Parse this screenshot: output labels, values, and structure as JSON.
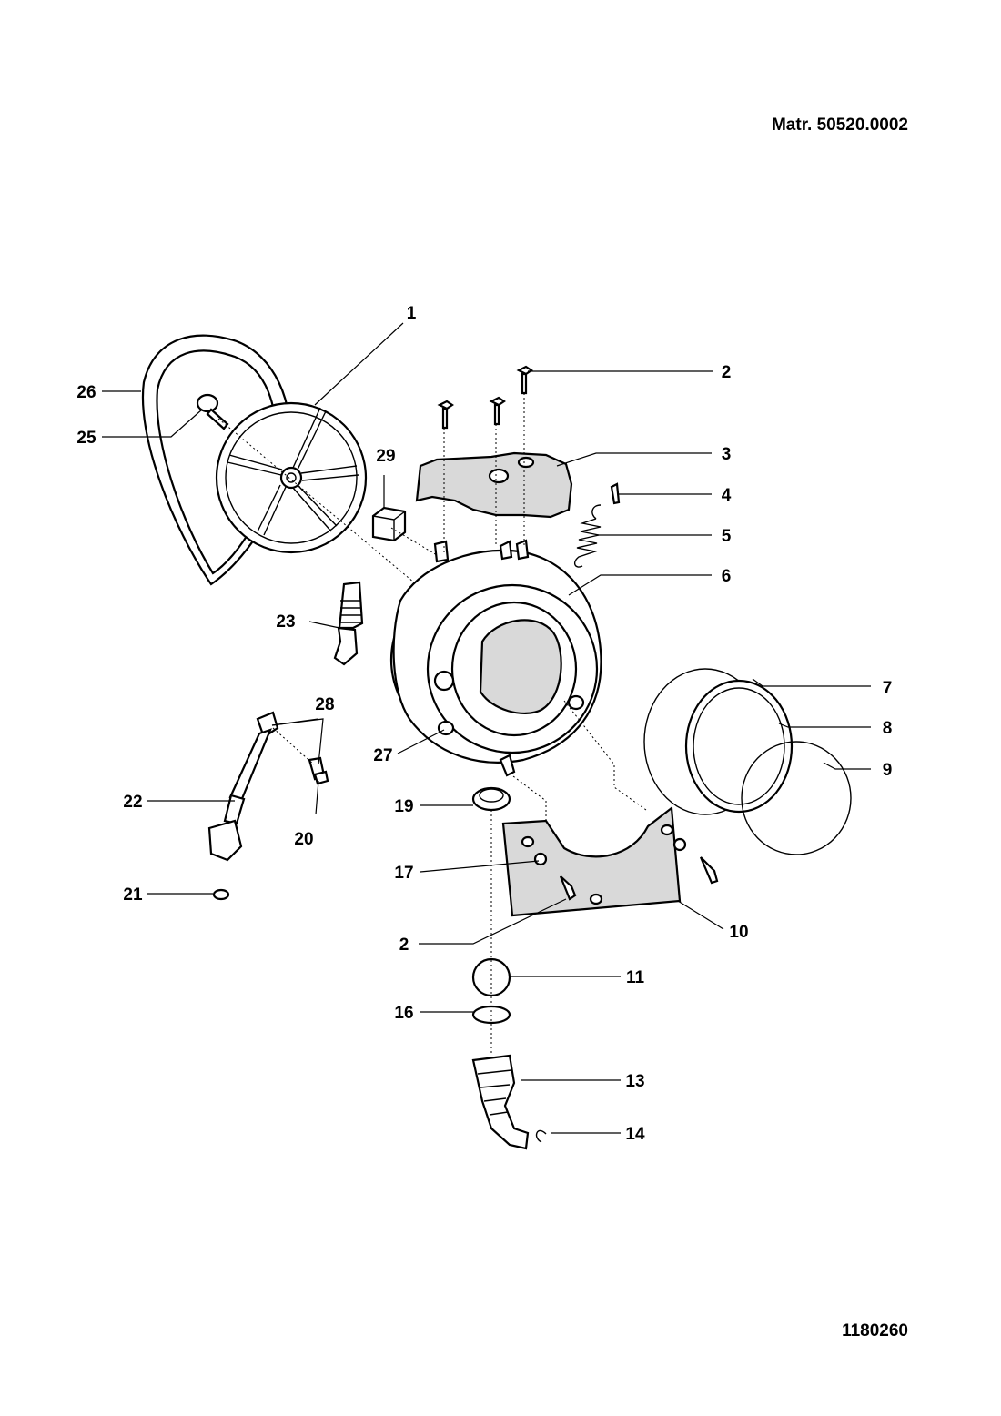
{
  "header": {
    "material_code": "Matr. 50520.0002"
  },
  "footer": {
    "drawing_number": "1180260"
  },
  "callouts": [
    {
      "id": "c1",
      "text": "1"
    },
    {
      "id": "c2a",
      "text": "2"
    },
    {
      "id": "c3",
      "text": "3"
    },
    {
      "id": "c4",
      "text": "4"
    },
    {
      "id": "c5",
      "text": "5"
    },
    {
      "id": "c6",
      "text": "6"
    },
    {
      "id": "c7",
      "text": "7"
    },
    {
      "id": "c8",
      "text": "8"
    },
    {
      "id": "c9",
      "text": "9"
    },
    {
      "id": "c10",
      "text": "10"
    },
    {
      "id": "c11",
      "text": "11"
    },
    {
      "id": "c13",
      "text": "13"
    },
    {
      "id": "c14",
      "text": "14"
    },
    {
      "id": "c16",
      "text": "16"
    },
    {
      "id": "c2b",
      "text": "2"
    },
    {
      "id": "c17",
      "text": "17"
    },
    {
      "id": "c19",
      "text": "19"
    },
    {
      "id": "c20",
      "text": "20"
    },
    {
      "id": "c21",
      "text": "21"
    },
    {
      "id": "c22",
      "text": "22"
    },
    {
      "id": "c23",
      "text": "23"
    },
    {
      "id": "c25",
      "text": "25"
    },
    {
      "id": "c26",
      "text": "26"
    },
    {
      "id": "c27",
      "text": "27"
    },
    {
      "id": "c28",
      "text": "28"
    },
    {
      "id": "c29",
      "text": "29"
    }
  ]
}
